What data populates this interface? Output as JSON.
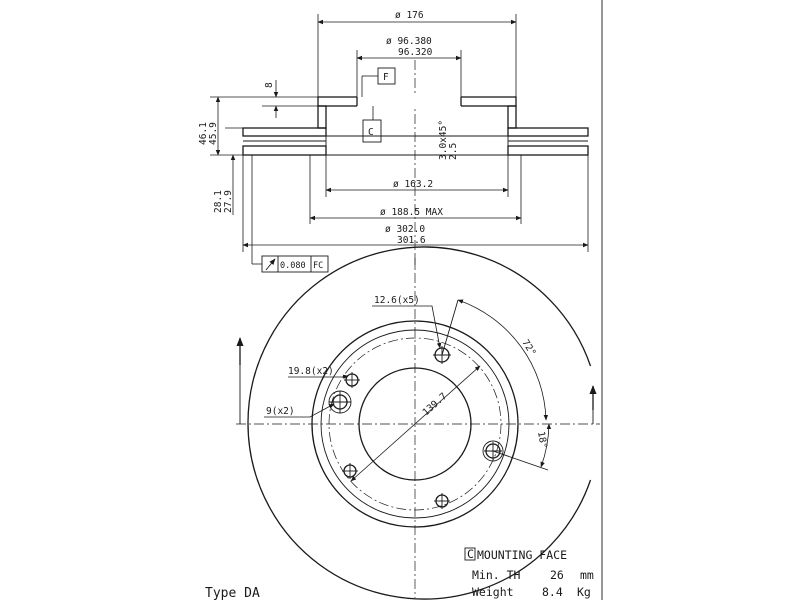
{
  "section_view": {
    "dim_outer_hat_diameter": "ø 176",
    "dim_bore_upper": "ø 96.380",
    "dim_bore_lower": "96.320",
    "datum_f": "F",
    "datum_c": "C",
    "dim_hat_thickness": "8",
    "dim_height_upper": "46.1",
    "dim_height_lower": "45.9",
    "dim_thickness_upper": "28.1",
    "dim_thickness_lower": "27.9",
    "chamfer_line1": "3.0x45°",
    "chamfer_line2": "2.5",
    "dim_inner_ring": "ø 163.2",
    "dim_vent_max": "ø 188.5 MAX",
    "dim_disc_upper": "ø 302.0",
    "dim_disc_lower": "301.6",
    "tolerance_value": "0.080",
    "tolerance_datum": "FC"
  },
  "front_view": {
    "bolt_holes": "12.6(x5)",
    "aux_holes": "19.8(x2)",
    "small_holes": "9(x2)",
    "pcd": "139.7",
    "bolt_angle": "72°",
    "offset_angle": "18°"
  },
  "notes": {
    "mounting_face_marker": "C",
    "mounting_face_text": "MOUNTING FACE",
    "min_thickness_label": "Min. TH",
    "min_thickness_value": "26",
    "min_thickness_unit": "mm",
    "weight_label": "Weight",
    "weight_value": "8.4",
    "weight_unit": "Kg",
    "type_label": "Type DA"
  }
}
